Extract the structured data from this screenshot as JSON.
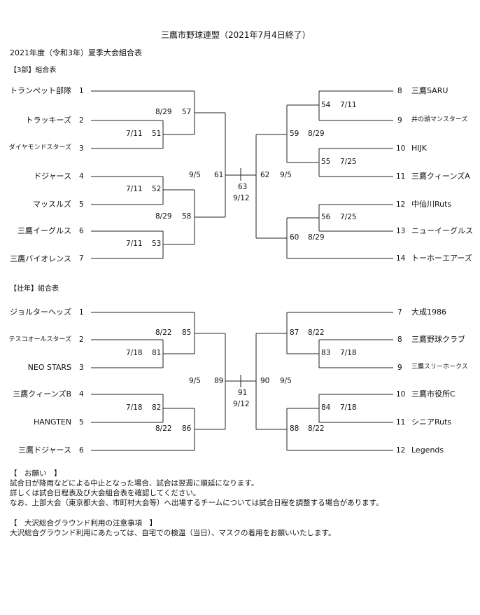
{
  "doc": {
    "title": "三鷹市野球連盟（2021年7月4日終了）",
    "subtitle": "2021年度（令和3年）夏季大会組合表"
  },
  "div3": {
    "header": "【3部】組合表",
    "left_teams": [
      {
        "name": "トランペット部隊",
        "num": "1"
      },
      {
        "name": "トラッキーズ",
        "num": "2"
      },
      {
        "name": "ダイヤモンドスターズ",
        "num": "3"
      },
      {
        "name": "ドジャース",
        "num": "4"
      },
      {
        "name": "マッスルズ",
        "num": "5"
      },
      {
        "name": "三鷹イーグルス",
        "num": "6"
      },
      {
        "name": "三鷹バイオレンス",
        "num": "7"
      }
    ],
    "right_teams": [
      {
        "num": "8",
        "name": "三鷹SARU"
      },
      {
        "num": "9",
        "name": "井の頭マンスターズ"
      },
      {
        "num": "10",
        "name": "HIJK"
      },
      {
        "num": "11",
        "name": "三鷹クィーンズA"
      },
      {
        "num": "12",
        "name": "中仙川Ruts"
      },
      {
        "num": "13",
        "name": "ニューイーグルス"
      },
      {
        "num": "14",
        "name": "トーホーエアーズ"
      }
    ],
    "games": {
      "g51": {
        "no": "51",
        "date": "7/11"
      },
      "g52": {
        "no": "52",
        "date": "7/11"
      },
      "g53": {
        "no": "53",
        "date": "7/11"
      },
      "g57": {
        "no": "57",
        "date": "8/29"
      },
      "g58": {
        "no": "58",
        "date": "8/29"
      },
      "g61": {
        "no": "61",
        "date": "9/5"
      },
      "g54": {
        "no": "54",
        "date": "7/11"
      },
      "g55": {
        "no": "55",
        "date": "7/25"
      },
      "g56": {
        "no": "56",
        "date": "7/25"
      },
      "g59": {
        "no": "59",
        "date": "8/29"
      },
      "g60": {
        "no": "60",
        "date": "8/29"
      },
      "g62": {
        "no": "62",
        "date": "9/5"
      },
      "g63": {
        "no": "63",
        "date": "9/12"
      }
    }
  },
  "masters": {
    "header": "【壮年】組合表",
    "left_teams": [
      {
        "name": "ジョルターヘッズ",
        "num": "1"
      },
      {
        "name": "テスコオールスターズ",
        "num": "2"
      },
      {
        "name": "NEO STARS",
        "num": "3"
      },
      {
        "name": "三鷹クィーンズB",
        "num": "4"
      },
      {
        "name": "HANGTEN",
        "num": "5"
      },
      {
        "name": "三鷹ドジャース",
        "num": "6"
      }
    ],
    "right_teams": [
      {
        "num": "7",
        "name": "大成1986"
      },
      {
        "num": "8",
        "name": "三鷹野球クラブ"
      },
      {
        "num": "9",
        "name": "三鷹スリーホークス"
      },
      {
        "num": "10",
        "name": "三鷹市役所C"
      },
      {
        "num": "11",
        "name": "シニアRuts"
      },
      {
        "num": "12",
        "name": "Legends"
      }
    ],
    "games": {
      "g81": {
        "no": "81",
        "date": "7/18"
      },
      "g82": {
        "no": "82",
        "date": "7/18"
      },
      "g85": {
        "no": "85",
        "date": "8/22"
      },
      "g86": {
        "no": "86",
        "date": "8/22"
      },
      "g89": {
        "no": "89",
        "date": "9/5"
      },
      "g83": {
        "no": "83",
        "date": "7/18"
      },
      "g84": {
        "no": "84",
        "date": "7/18"
      },
      "g87": {
        "no": "87",
        "date": "8/22"
      },
      "g88": {
        "no": "88",
        "date": "8/22"
      },
      "g90": {
        "no": "90",
        "date": "9/5"
      },
      "g91": {
        "no": "91",
        "date": "9/12"
      }
    }
  },
  "notes": {
    "request_header": "【　お願い　】",
    "request_lines": [
      "試合日が降雨などによる中止となった場合、試合は翌週に順延になります。",
      "詳しくは試合日程表及び大会組合表を確認してください。",
      "なお、上部大会（東京都大会、市町村大会等）へ出場するチームについては試合日程を調整する場合があります。"
    ],
    "ground_header": "【　大沢総合グラウンド利用の注意事項　】",
    "ground_lines": [
      "大沢総合グラウンド利用にあたっては、自宅での検温（当日）、マスクの着用をお願いいたします。"
    ]
  }
}
